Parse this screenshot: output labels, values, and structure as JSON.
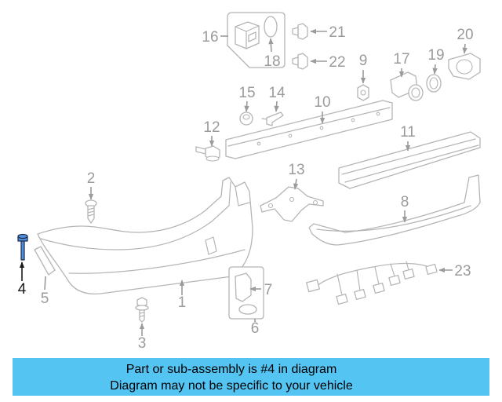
{
  "diagram": {
    "line_color": "#b5b5b5",
    "label_color": "#9b9b9b",
    "highlight_label_color": "#1a1a1a",
    "highlight_part_color": "#4f8fe0",
    "callouts": {
      "n1": "1",
      "n2": "2",
      "n3": "3",
      "n4": "4",
      "n5": "5",
      "n6": "6",
      "n7": "7",
      "n8": "8",
      "n9": "9",
      "n10": "10",
      "n11": "11",
      "n12": "12",
      "n13": "13",
      "n14": "14",
      "n15": "15",
      "n16": "16",
      "n17": "17",
      "n18": "18",
      "n19": "19",
      "n20": "20",
      "n21": "21",
      "n22": "22",
      "n23": "23"
    }
  },
  "banner": {
    "background": "#54c4f3",
    "text_color": "#000000",
    "line1": "Part or sub-assembly is #4 in diagram",
    "line2": "Diagram may not be specific to your vehicle"
  }
}
